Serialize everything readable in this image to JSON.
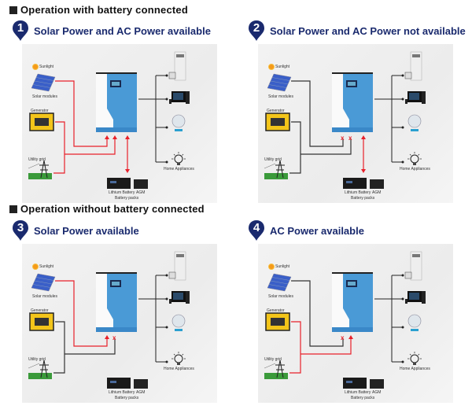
{
  "sections": [
    {
      "title": "Operation with battery connected"
    },
    {
      "title": "Operation without battery connected"
    }
  ],
  "scenarios": [
    {
      "number": "1",
      "title": "Solar Power and AC Power available"
    },
    {
      "number": "2",
      "title": "Solar Power and AC Power not available"
    },
    {
      "number": "3",
      "title": "Solar Power available"
    },
    {
      "number": "4",
      "title": "AC Power available"
    }
  ],
  "labels": {
    "sunlight": "Sunlight",
    "solar": "Solar modules",
    "generator": "Generator",
    "grid": "Utility grid",
    "lithium": "Lithium Battery",
    "agm": "AGM",
    "battery_packs": "Battery packs",
    "appliances": "Home Appliances"
  },
  "colors": {
    "badge": "#1a2a6e",
    "active_line": "#e8202a",
    "inactive_line": "#333333",
    "inverter_blue": "#4a9ad6"
  },
  "flows": [
    {
      "solar": "active",
      "ac": "active",
      "battery": "active"
    },
    {
      "solar": "blocked",
      "ac": "blocked",
      "battery": "active"
    },
    {
      "solar": "active",
      "ac": "blocked",
      "battery": "none"
    },
    {
      "solar": "blocked",
      "ac": "active",
      "battery": "none"
    }
  ]
}
